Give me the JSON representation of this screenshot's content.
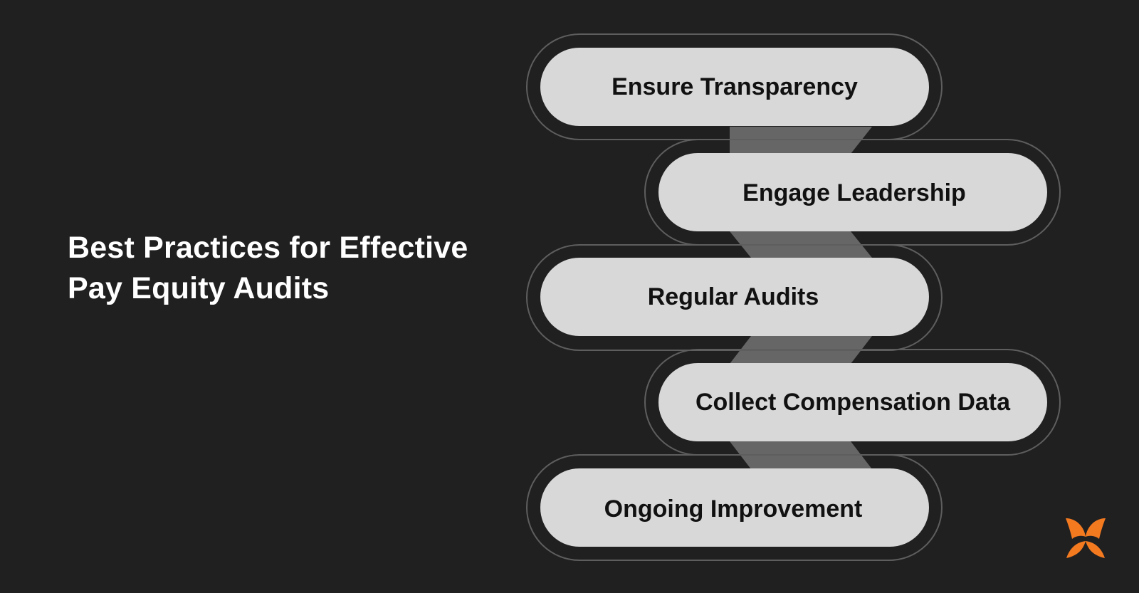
{
  "title": {
    "line1": "Best Practices for Effective",
    "line2": "Pay Equity Audits"
  },
  "steps": [
    {
      "label": "Ensure Transparency"
    },
    {
      "label": "Engage Leadership"
    },
    {
      "label": "Regular Audits"
    },
    {
      "label": "Collect Compensation Data"
    },
    {
      "label": "Ongoing Improvement"
    }
  ],
  "colors": {
    "background": "#202020",
    "pill": "#d8d8d8",
    "connector": "#666666",
    "outline": "#5e5e5e",
    "title": "#ffffff",
    "logo": "#f47a20"
  },
  "logo": {
    "icon": "brand-butterfly-icon"
  }
}
